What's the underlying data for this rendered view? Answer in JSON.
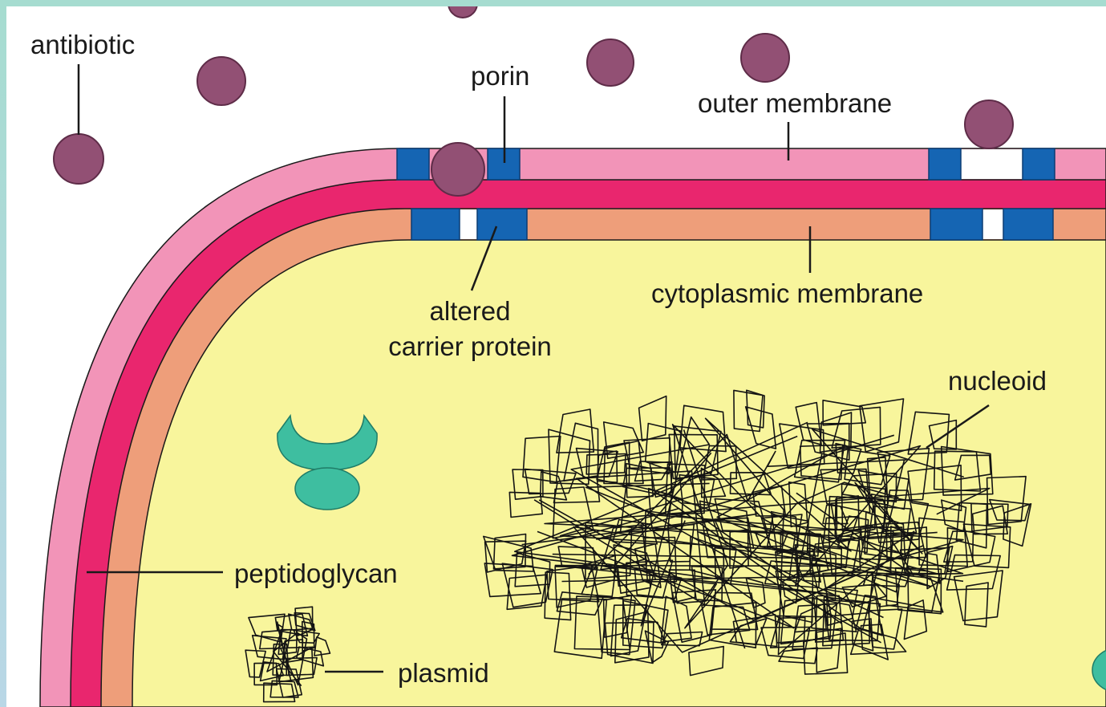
{
  "labels": {
    "antibiotic": "antibiotic",
    "porin": "porin",
    "outer_membrane": "outer membrane",
    "cytoplasmic_membrane": "cytoplasmic membrane",
    "altered_line1": "altered",
    "altered_line2": "carrier protein",
    "nucleoid": "nucleoid",
    "peptidoglycan": "peptidoglycan",
    "plasmid": "plasmid"
  },
  "colors": {
    "border": "#a6dcd0",
    "background": "#ffffff",
    "outer_membrane": "#f294b8",
    "peptidoglycan": "#e9266e",
    "cytoplasmic_membrane": "#ee9e7a",
    "cytoplasm": "#f8f59c",
    "protein": "#1565b3",
    "antibiotic": "#925074",
    "enzyme": "#3ebea0",
    "outline": "#1a1a1a"
  }
}
